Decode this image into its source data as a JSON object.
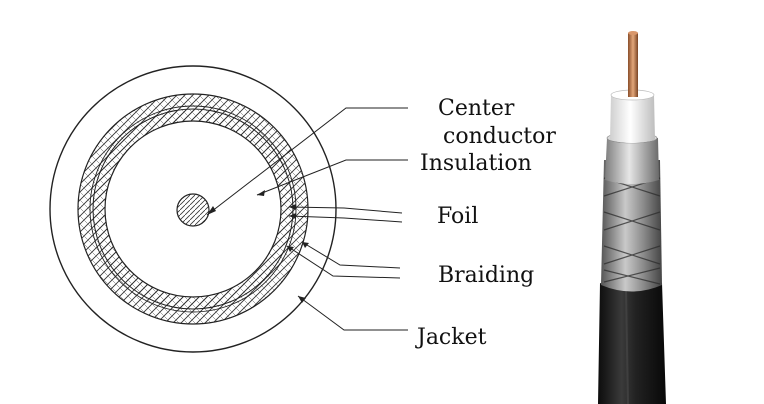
{
  "labels": {
    "center": "Center",
    "conductor": "conductor",
    "insulation": "Insulation",
    "foil": "Foil",
    "braiding": "Braiding",
    "jacket": "Jacket"
  },
  "colors": {
    "line": "#222222",
    "copper": "#b8774c",
    "dielectric": "#f2f2f2",
    "foil": "#9a9a9a",
    "braid": "#6f6f6f",
    "jacket": "#1a1a1a"
  }
}
